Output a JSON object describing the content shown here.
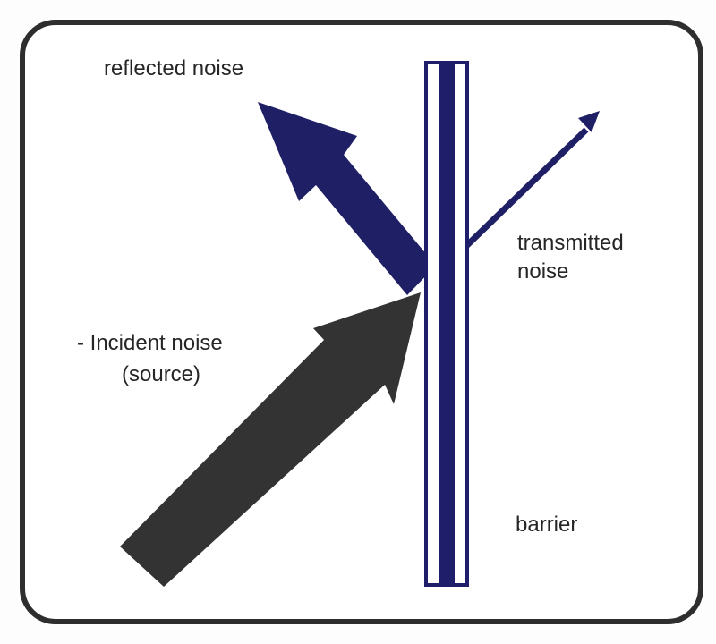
{
  "labels": {
    "reflected": "reflected noise",
    "transmitted_line1": "transmitted",
    "transmitted_line2": "noise",
    "incident": "- Incident noise",
    "source": "(source)",
    "barrier": "barrier"
  },
  "colors": {
    "frame": "#2e2e2e",
    "barrier_fill": "#1e1e6a",
    "reflected_arrow": "#1f1f66",
    "transmitted_arrow": "#1f1f66",
    "incident_arrow": "#333333",
    "text": "#262626"
  }
}
